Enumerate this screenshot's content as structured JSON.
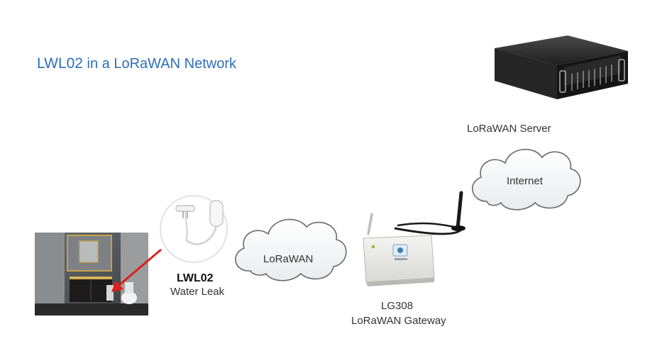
{
  "title": {
    "model": "LWL02",
    "rest": "in a LoRaWAN Network"
  },
  "sensor": {
    "name": "LWL02",
    "description": "Water Leak"
  },
  "clouds": {
    "lorawan": "LoRaWAN",
    "internet": "Internet"
  },
  "gateway": {
    "model": "LG308",
    "description": "LoRaWAN Gateway"
  },
  "server": {
    "label": "LoRaWAN Server"
  },
  "colors": {
    "title": "#2e6fb6",
    "arrow": "#e0201b",
    "cloud_stroke": "#6a6a6a",
    "cable": "#1a1a1a"
  }
}
